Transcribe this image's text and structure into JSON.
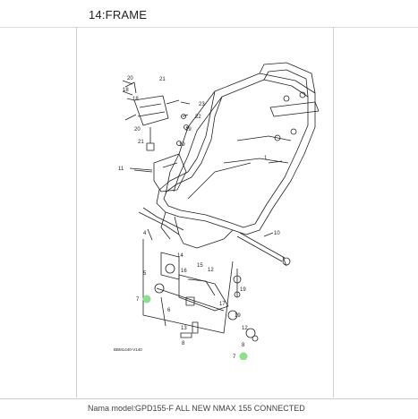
{
  "header": {
    "title": "14:FRAME"
  },
  "diagram": {
    "callouts": [
      "20",
      "18",
      "21",
      "23",
      "22",
      "19",
      "20",
      "21",
      "19",
      "11",
      "1",
      "10",
      "4",
      "14",
      "15",
      "16",
      "17",
      "5",
      "6",
      "12",
      "13",
      "19",
      "19",
      "12",
      "7",
      "7",
      "8",
      "8",
      "18"
    ],
    "figure_code": "BBM1440-V140",
    "highlight_color": "#8ee08e"
  },
  "footer": {
    "label": "Nama model:",
    "value": "GPD155-F ALL NEW NMAX 155 CONNECTED"
  }
}
